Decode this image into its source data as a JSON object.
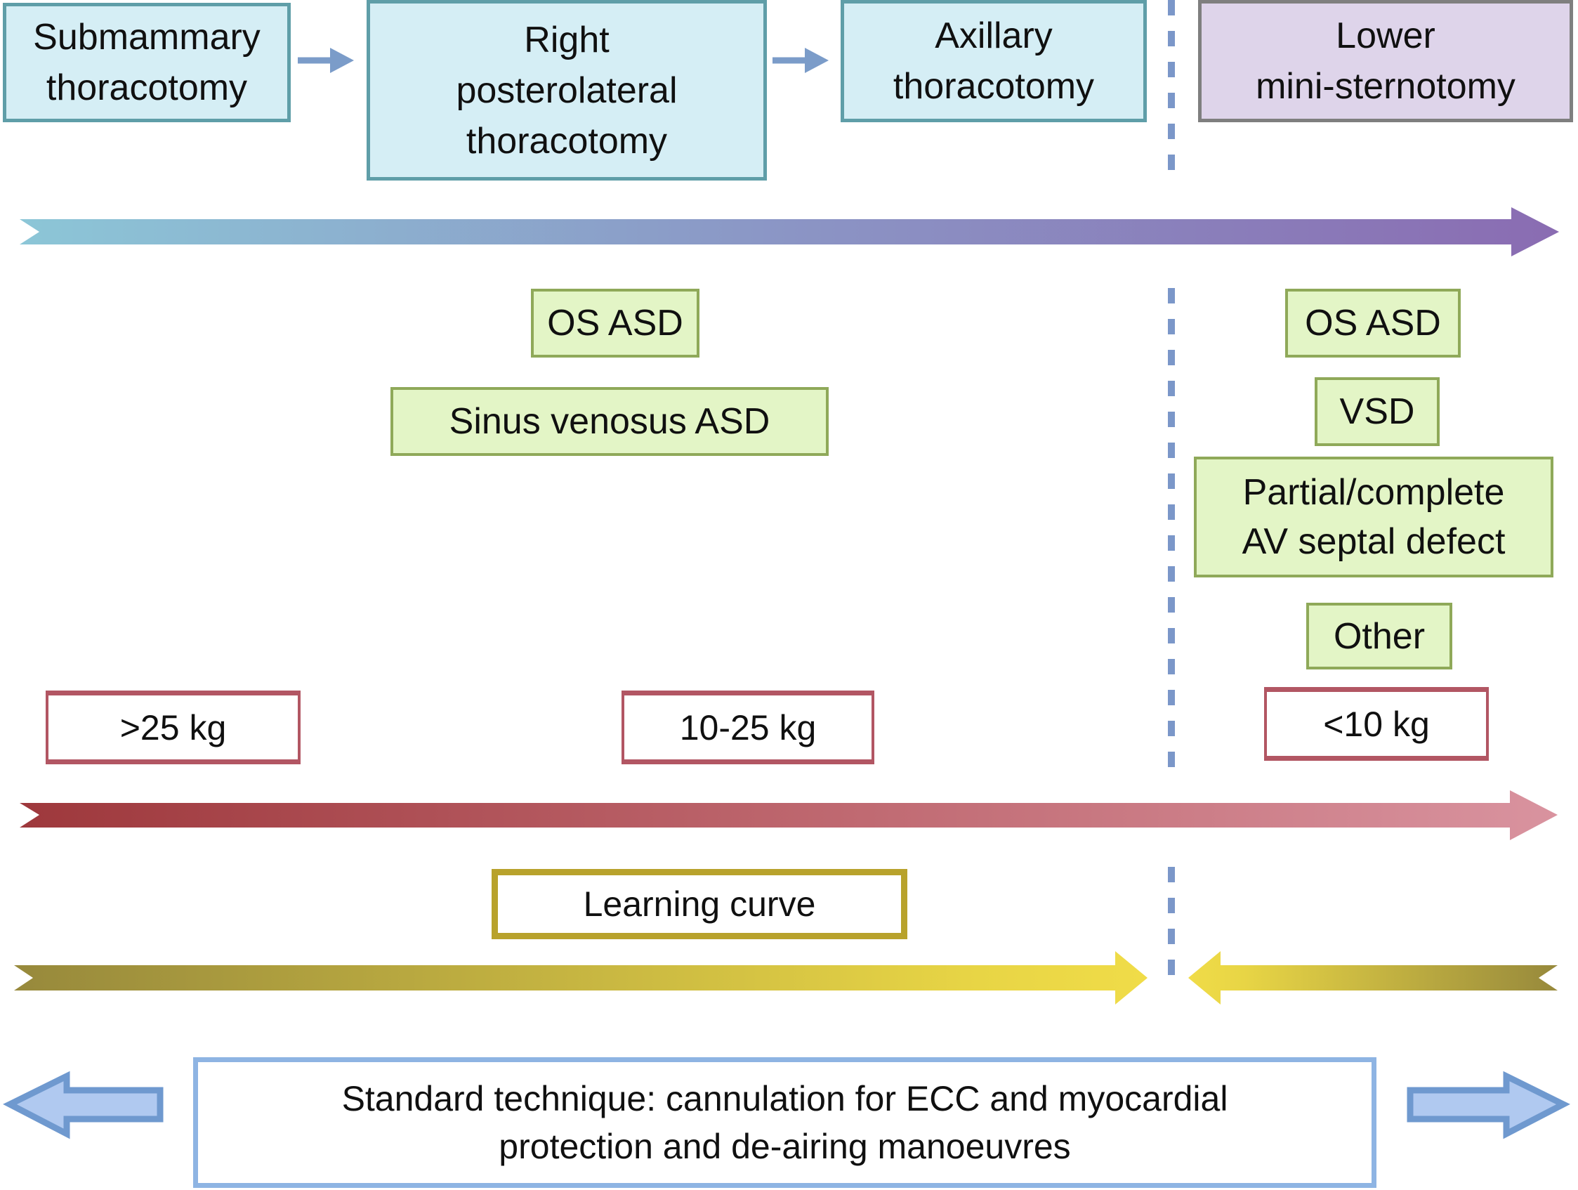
{
  "figure": {
    "top_row": {
      "boxes": [
        {
          "id": "submammary-thoracotomy",
          "lines": [
            "Submammary",
            "thoracotomy"
          ]
        },
        {
          "id": "right-posterolateral-thoracotomy",
          "lines": [
            "Right",
            "posterolateral",
            "thoracotomy"
          ]
        },
        {
          "id": "axillary-thoracotomy",
          "lines": [
            "Axillary",
            "thoracotomy"
          ]
        },
        {
          "id": "lower-mini-sternotomy",
          "lines": [
            "Lower",
            "mini-sternotomy"
          ]
        }
      ]
    },
    "lesions_left": [
      {
        "lines": [
          "OS ASD"
        ]
      },
      {
        "lines": [
          "Sinus venosus ASD"
        ]
      }
    ],
    "lesions_right": [
      {
        "lines": [
          "OS ASD"
        ]
      },
      {
        "lines": [
          "VSD"
        ]
      },
      {
        "lines": [
          "Partial/complete",
          "AV septal defect"
        ]
      },
      {
        "lines": [
          "Other"
        ]
      }
    ],
    "weights": [
      {
        "label": ">25 kg"
      },
      {
        "label": "10-25 kg"
      },
      {
        "label": "<10 kg"
      }
    ],
    "learning_curve_label": "Learning curve",
    "standard_technique_lines": [
      "Standard technique: cannulation for ECC and myocardial",
      "protection and de-airing manoeuvres"
    ]
  },
  "icons": [
    "right-arrow-icon",
    "gradient-arrow-teal-purple",
    "gradient-arrow-maroon-rose",
    "yellow-arrow-rightward",
    "yellow-arrow-leftward",
    "blue-block-arrow-left",
    "blue-block-arrow-right",
    "dashed-divider-line"
  ],
  "colors": {
    "cyan_fill": "#d5eef5",
    "cyan_border": "#5f9ea8",
    "purple_fill": "#ded4ea",
    "purple_border": "#7f7f7f",
    "green_fill": "#e3f5c6",
    "green_border": "#8fa959",
    "red_box_border": "#b25663",
    "gold_border": "#b8a22c",
    "blue_box_border": "#8eb4e3",
    "dashed_line": "#7b97c9",
    "small_arrow": "#7b9cc9",
    "teal_arrow_start": "#8cc6d7",
    "teal_arrow_mid": "#8b95c5",
    "teal_arrow_end": "#8a6cb2",
    "red_arrow_start": "#9e383c",
    "red_arrow_mid": "#c06a72",
    "red_arrow_end": "#d9939f",
    "yellow_arrow_dark": "#97893c",
    "yellow_arrow_bright": "#f0dc48",
    "block_arrow_fill": "#b0c9f0",
    "block_arrow_stroke": "#6f99cf"
  }
}
